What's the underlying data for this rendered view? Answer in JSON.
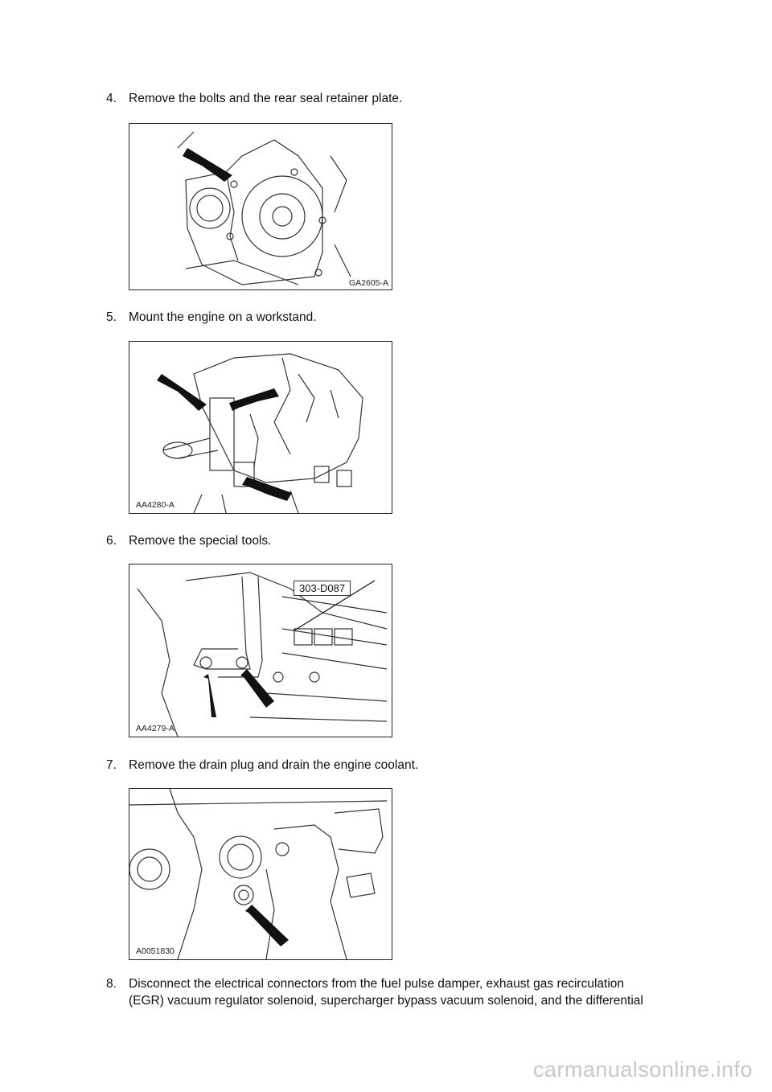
{
  "steps": [
    {
      "num": "4.",
      "text": "Remove the bolts and the rear seal retainer plate."
    },
    {
      "num": "5.",
      "text": "Mount the engine on a workstand."
    },
    {
      "num": "6.",
      "text": "Remove the special tools."
    },
    {
      "num": "7.",
      "text": "Remove the drain plug and drain the engine coolant."
    },
    {
      "num": "8.",
      "text": "Disconnect the electrical connectors from the fuel pulse damper, exhaust gas recirculation",
      "text2": "(EGR) vacuum regulator solenoid, supercharger bypass vacuum solenoid, and the differential"
    }
  ],
  "figures": [
    {
      "code": "GA2605-A"
    },
    {
      "code": "AA4280-A"
    },
    {
      "code": "AA4279-A",
      "tool_label": "303-D087"
    },
    {
      "code": "A0051830"
    }
  ],
  "watermark": "carmanualsonline.info"
}
